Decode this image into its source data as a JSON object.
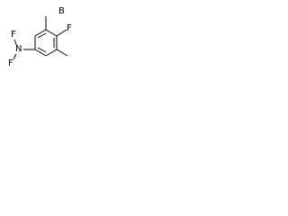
{
  "molecule": {
    "standalone_atom": "B",
    "labels": {
      "fluorine_top": "F",
      "fluorine_left_upper": "F",
      "fluorine_left_lower": "F",
      "nitrogen": "N"
    }
  },
  "colors": {
    "bond": "#000000",
    "text": "#000000",
    "background": "#ffffff"
  }
}
